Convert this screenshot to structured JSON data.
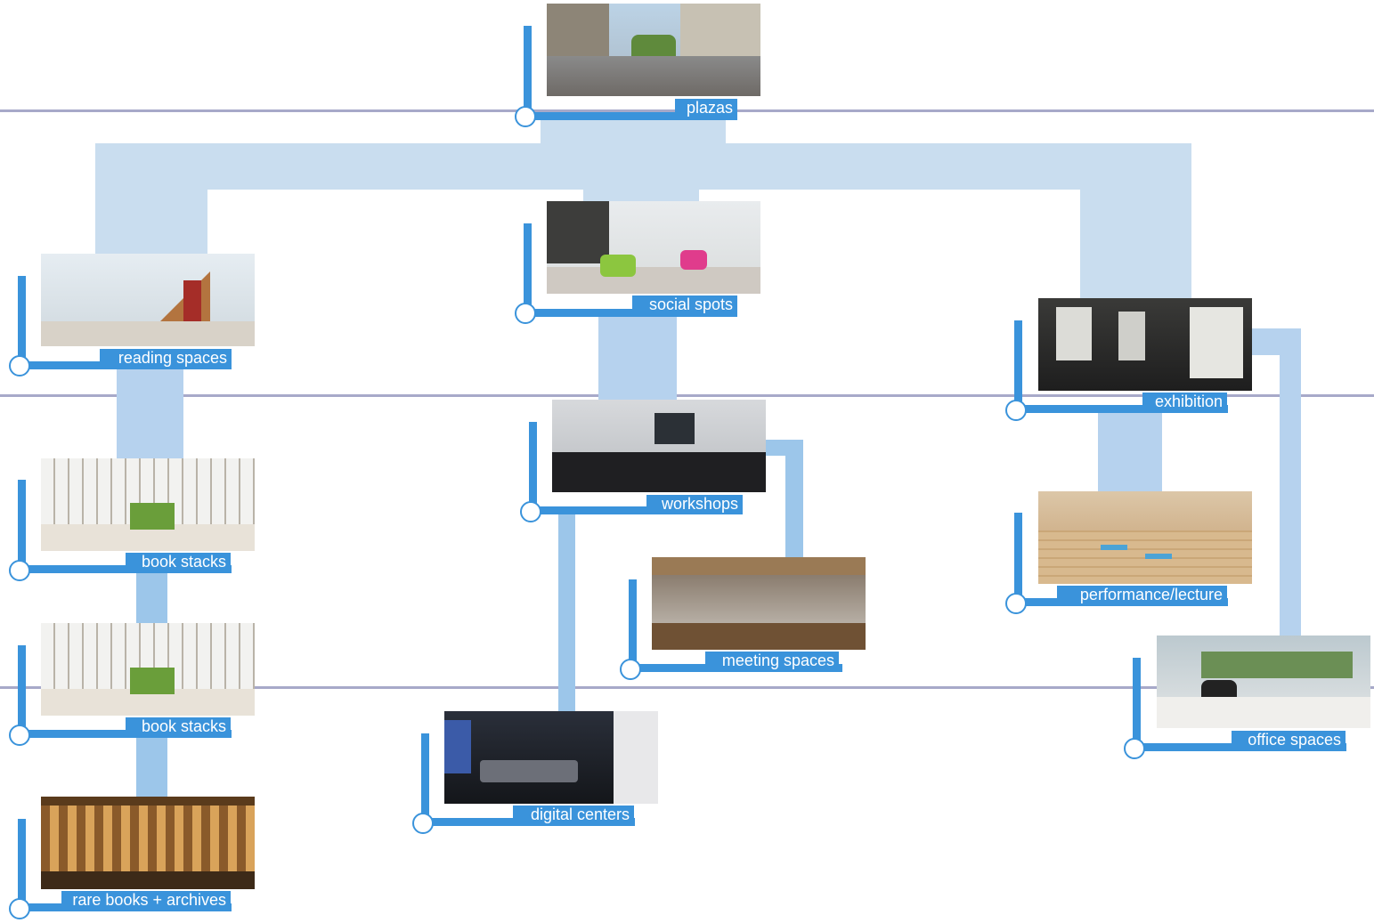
{
  "diagram": {
    "nodes": [
      {
        "id": "plazas",
        "label": "plazas",
        "image": "plaza-photo"
      },
      {
        "id": "reading",
        "label": "reading spaces",
        "image": "reading-spaces-photo"
      },
      {
        "id": "social",
        "label": "social spots",
        "image": "social-spots-photo"
      },
      {
        "id": "exhibition",
        "label": "exhibition",
        "image": "exhibition-photo"
      },
      {
        "id": "stacks1",
        "label": "book stacks",
        "image": "book-stacks-photo"
      },
      {
        "id": "workshops",
        "label": "workshops",
        "image": "workshops-photo"
      },
      {
        "id": "performance",
        "label": "performance/lecture",
        "image": "performance-lecture-photo"
      },
      {
        "id": "meeting",
        "label": "meeting spaces",
        "image": "meeting-spaces-photo"
      },
      {
        "id": "stacks2",
        "label": "book stacks",
        "image": "book-stacks-photo"
      },
      {
        "id": "office",
        "label": "office spaces",
        "image": "office-spaces-photo"
      },
      {
        "id": "digital",
        "label": "digital centers",
        "image": "digital-centers-photo"
      },
      {
        "id": "rare",
        "label": "rare books + archives",
        "image": "rare-books-photo"
      }
    ],
    "edges": [
      [
        "plazas",
        "reading"
      ],
      [
        "plazas",
        "social"
      ],
      [
        "plazas",
        "exhibition"
      ],
      [
        "reading",
        "stacks1"
      ],
      [
        "stacks1",
        "stacks2"
      ],
      [
        "stacks2",
        "rare"
      ],
      [
        "social",
        "workshops"
      ],
      [
        "workshops",
        "meeting"
      ],
      [
        "workshops",
        "digital"
      ],
      [
        "exhibition",
        "performance"
      ],
      [
        "exhibition",
        "office"
      ]
    ],
    "colors": {
      "accent": "#3a93db",
      "connector_light": "#c9ddef",
      "connector_mid": "#b6d2ee",
      "connector_dark": "#9cc6ea",
      "level_line": "#a7a9c9"
    }
  }
}
